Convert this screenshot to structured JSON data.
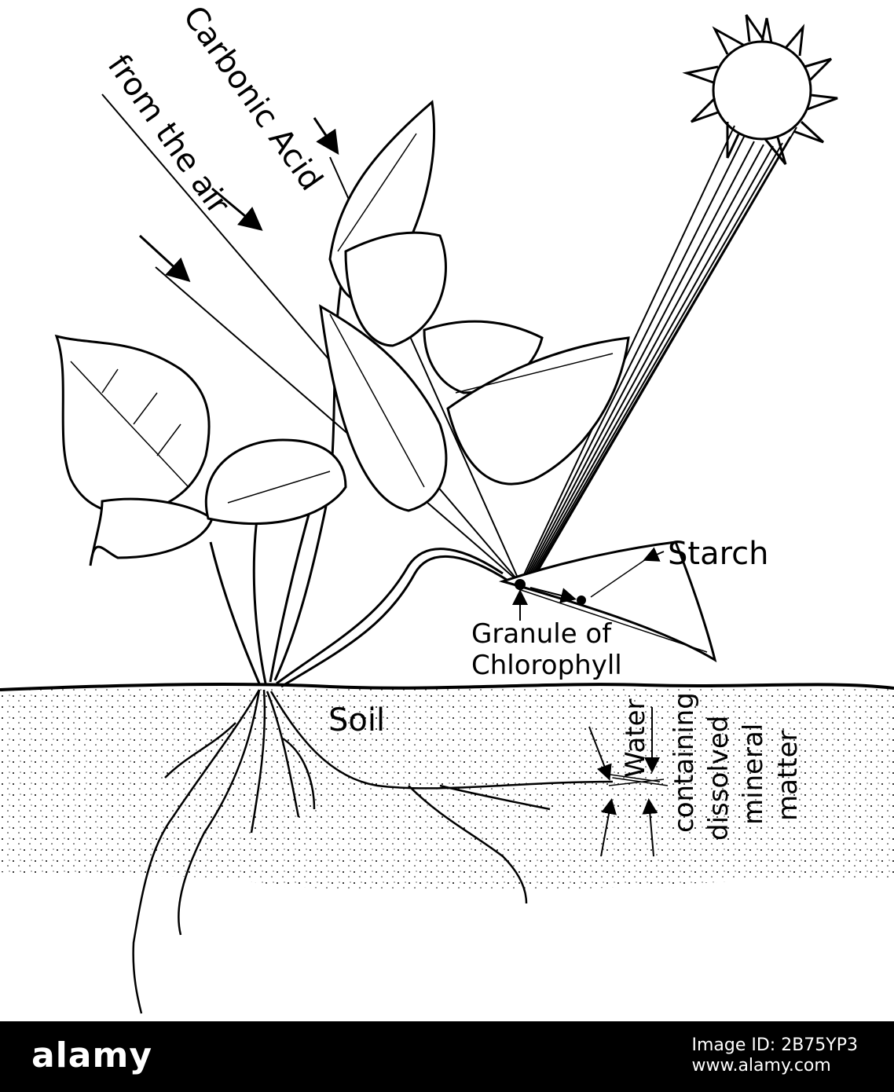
{
  "labels": {
    "carbonic_acid": "Carbonic Acid",
    "from_the_air": "from the air",
    "starch": "Starch",
    "granule_line1": "Granule of",
    "granule_line2": "Chlorophyll",
    "soil": "Soil",
    "water": "Water",
    "containing": "containing",
    "dissolved": "dissolved",
    "mineral": "mineral",
    "matter": "matter"
  },
  "footer": {
    "brand": "alamy",
    "image_id": "Image ID: 2B75YP3",
    "site": "www.alamy.com"
  }
}
